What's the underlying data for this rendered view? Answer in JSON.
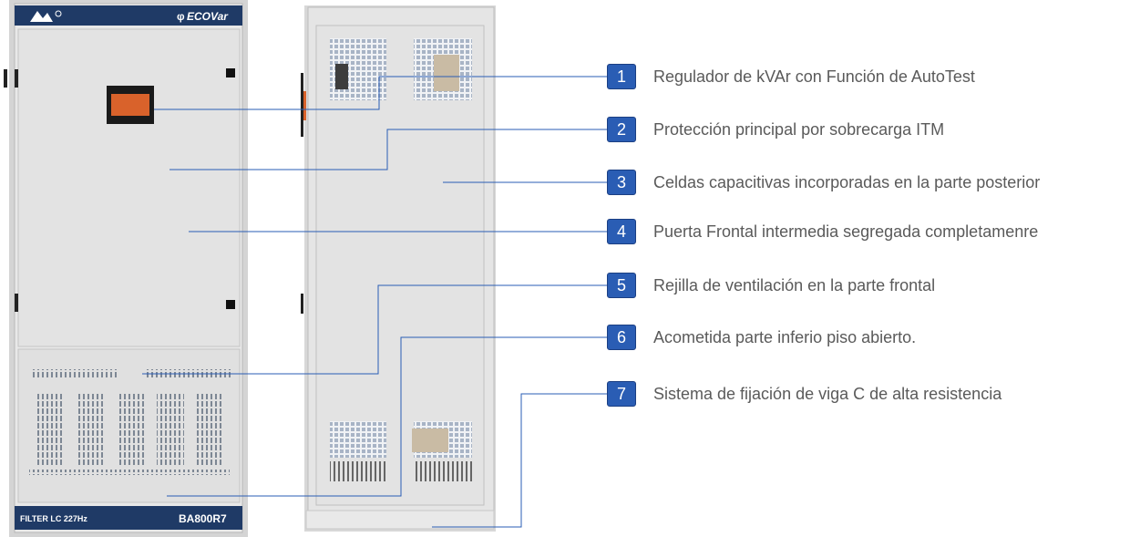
{
  "front_cabinet": {
    "brand_logo": "ecovar-logo",
    "brand_name": "ECOVar",
    "footer_left": "FILTER LC 227Hz",
    "footer_right": "BA800R7"
  },
  "callouts": [
    {
      "number": "1",
      "label": "Regulador de kVAr con Función de AutoTest"
    },
    {
      "number": "2",
      "label": "Protección principal por sobrecarga ITM"
    },
    {
      "number": "3",
      "label": "Celdas capacitivas incorporadas en la parte posterior"
    },
    {
      "number": "4",
      "label": "Puerta Frontal intermedia segregada completamenre"
    },
    {
      "number": "5",
      "label": "Rejilla de ventilación en la parte frontal"
    },
    {
      "number": "6",
      "label": "Acometida parte inferio piso abierto."
    },
    {
      "number": "7",
      "label": "Sistema de fijación de viga C de alta resistencia"
    }
  ],
  "colors": {
    "cabinet_panel": "#e6e6e6",
    "header_bar": "#1f3a66",
    "regulator_display": "#d9622b",
    "leader_line": "#2a5db4",
    "callout_box": "#2a5db4"
  }
}
